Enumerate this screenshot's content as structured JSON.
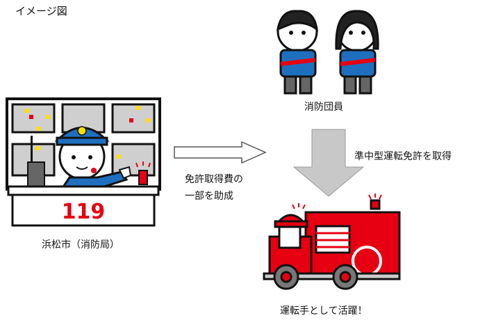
{
  "title": "イメージ図",
  "dispatch": {
    "label": "浜松市（消防局）",
    "desk_number": "119"
  },
  "subsidy_arrow": {
    "line1": "免許取得費の",
    "line2": "一部を助成"
  },
  "members": {
    "label": "消防団員"
  },
  "license_arrow": {
    "label": "準中型運転免許を取得"
  },
  "truck": {
    "label": "運転手として活躍！"
  },
  "colors": {
    "red": "#e60012",
    "blue": "#1f6fbf",
    "gray": "#c8c8c8",
    "yellow": "#ffe100"
  }
}
